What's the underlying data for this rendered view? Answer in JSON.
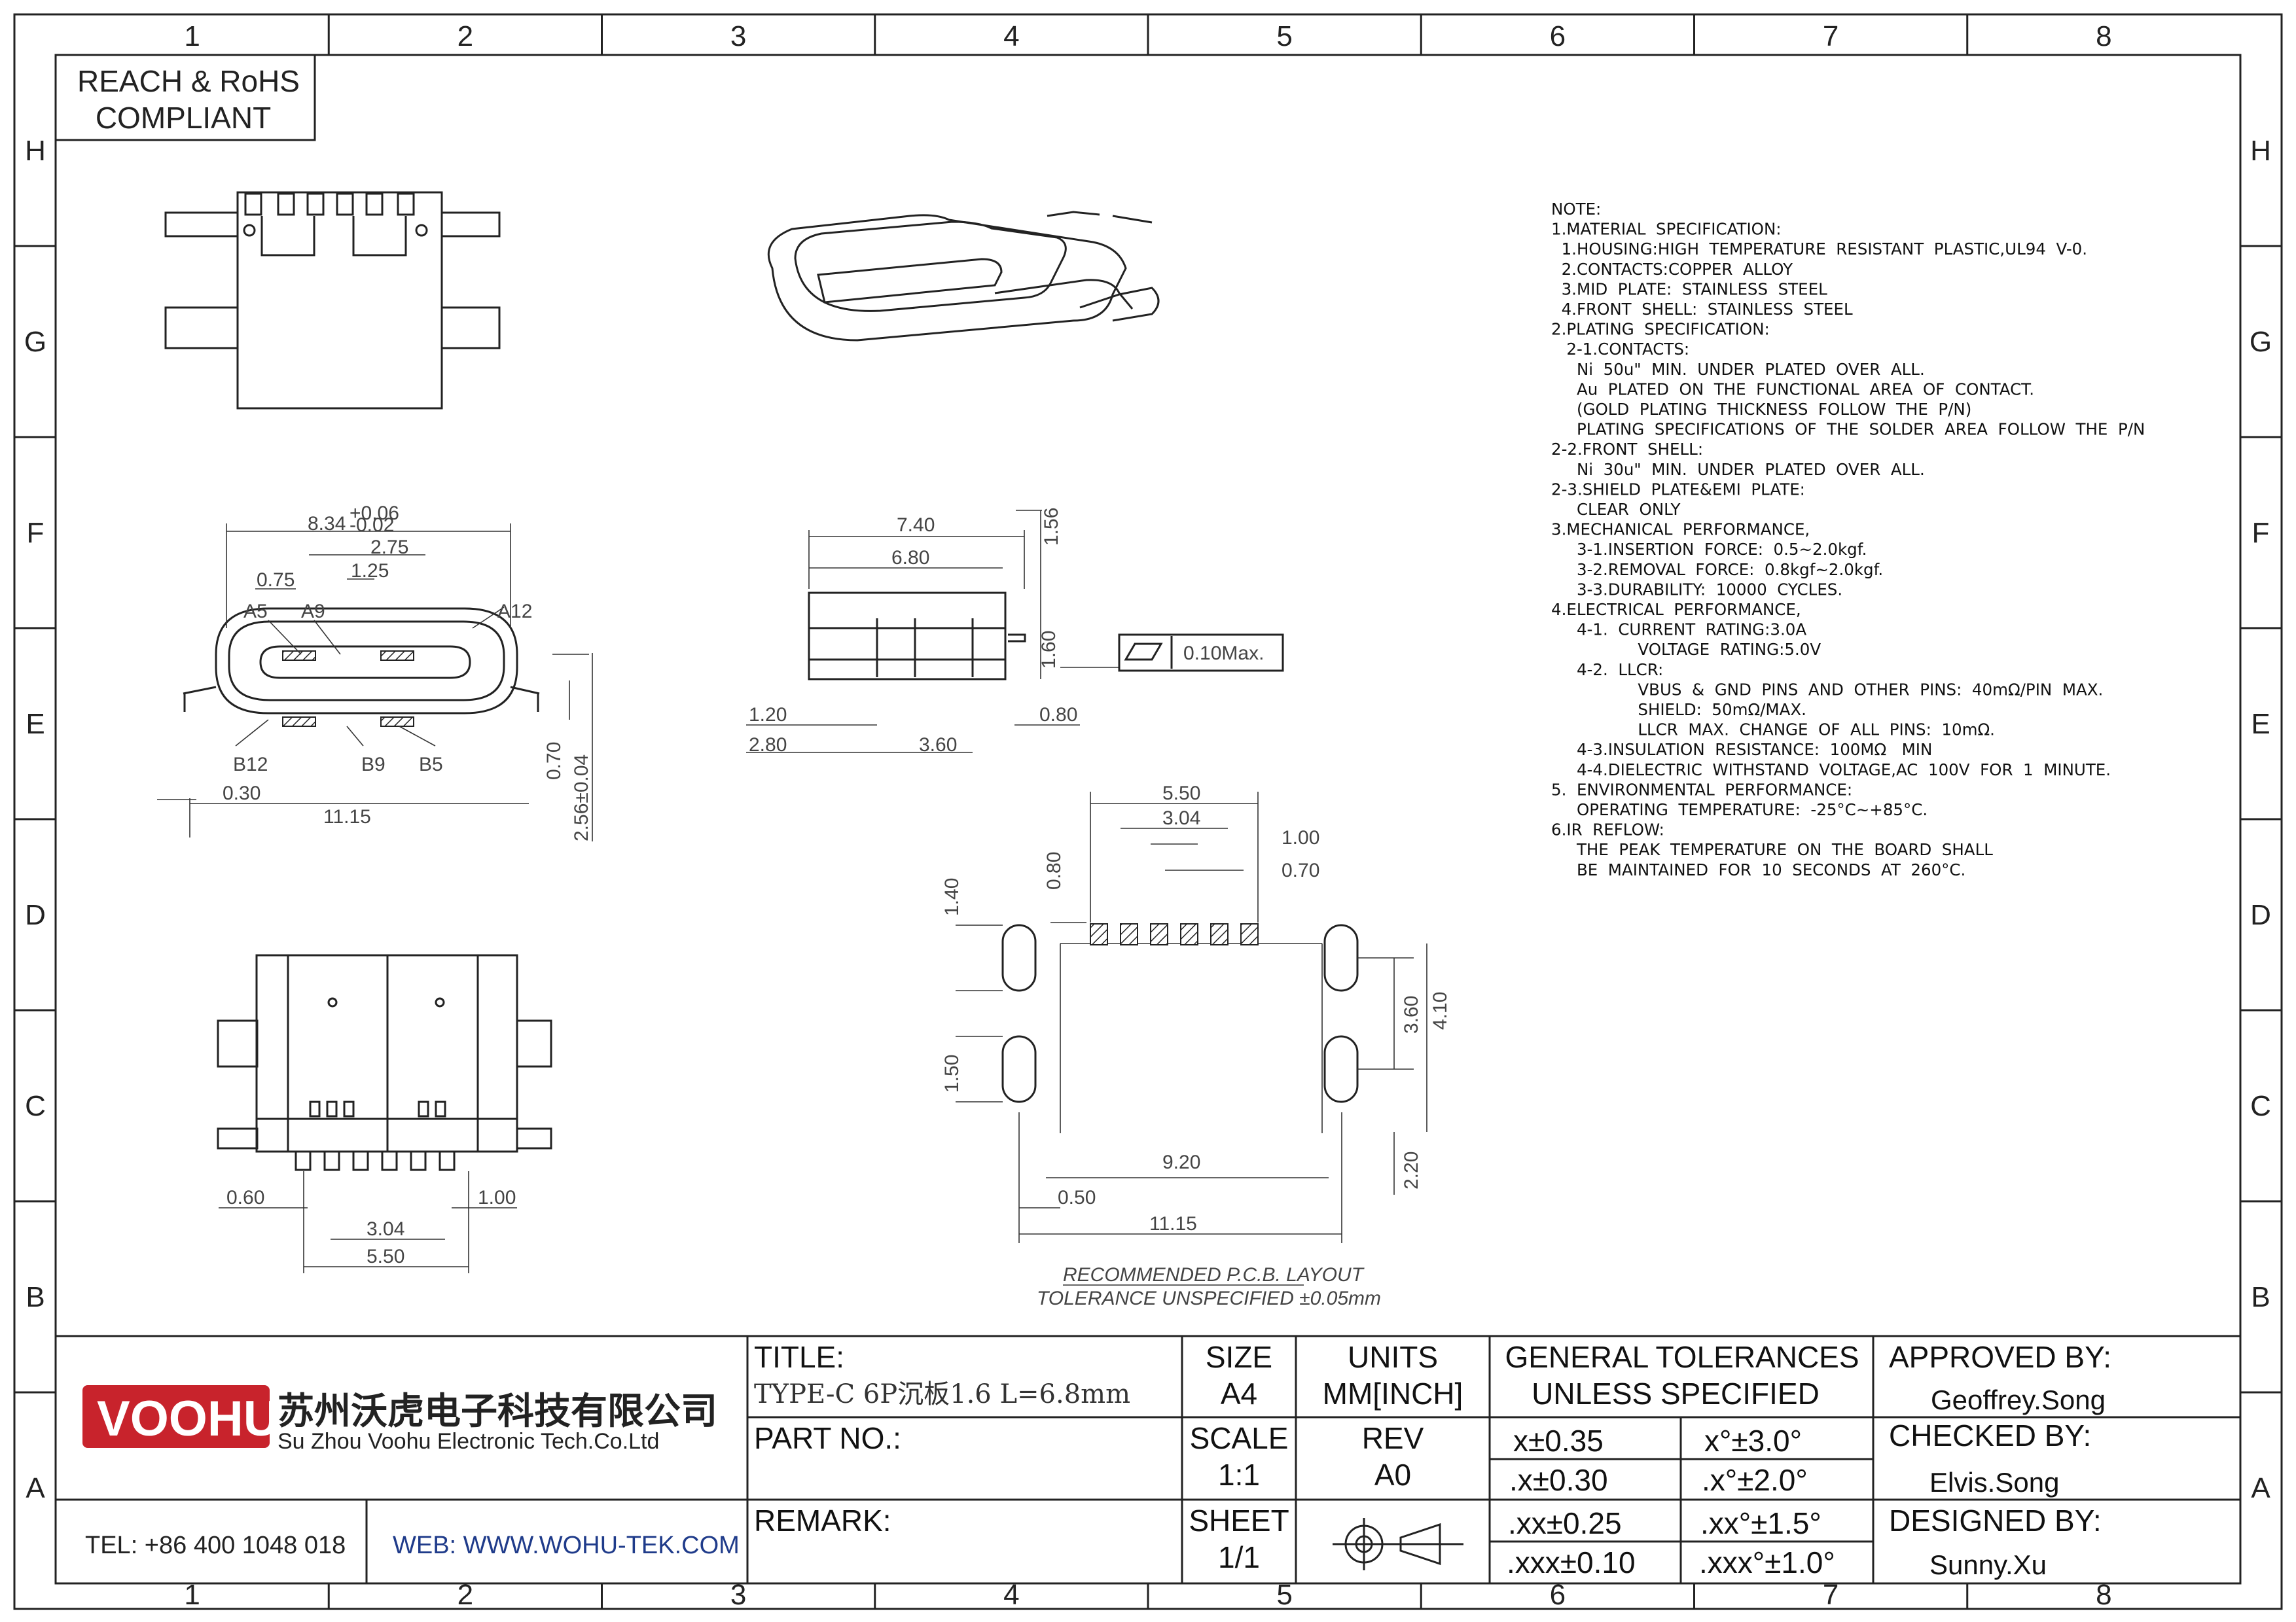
{
  "frame": {
    "columns": [
      "1",
      "2",
      "3",
      "4",
      "5",
      "6",
      "7",
      "8"
    ],
    "rows": [
      "H",
      "G",
      "F",
      "E",
      "D",
      "C",
      "B",
      "A"
    ]
  },
  "compliance": {
    "line1": "REACH & RoHS",
    "line2": "COMPLIANT"
  },
  "front_view": {
    "width": "8.34",
    "width_tol_upper": "+0.06",
    "width_tol_lower": "-0.02",
    "pitch_outer": "2.75",
    "pitch_inner": "1.25",
    "pin_width": "0.75",
    "pin_labels": [
      "A5",
      "A9",
      "A12",
      "B12",
      "B9",
      "B5"
    ],
    "bottom_offset": "0.30",
    "overall_width": "11.15",
    "height_small": "0.70",
    "height_total": "2.56±0.04"
  },
  "side_view": {
    "length_total": "7.40",
    "length_body": "6.80",
    "top_dim": "1.56",
    "height": "1.60",
    "flatness": "0.10Max.",
    "left_a": "1.20",
    "left_b": "2.80",
    "mid": "3.60",
    "right": "0.80"
  },
  "bottom_view": {
    "left_offset": "0.60",
    "right_offset": "1.00",
    "pin_span": "3.04",
    "outer_span": "5.50"
  },
  "pcb_layout": {
    "span_outer": "5.50",
    "span_inner": "3.04",
    "pad_pitch": "1.00",
    "pad_width": "0.70",
    "pad_length": "0.80",
    "slot_upper": "1.40",
    "slot_lower": "1.50",
    "slot_gap": "3.60",
    "height_total": "4.10",
    "bottom": "2.20",
    "inner_width": "9.20",
    "edge": "0.50",
    "overall": "11.15",
    "caption1": "RECOMMENDED   P.C.B.  LAYOUT",
    "caption2": "TOLERANCE  UNSPECIFIED  ±0.05mm"
  },
  "notes": [
    "NOTE:",
    "1.MATERIAL  SPECIFICATION:",
    "  1.HOUSING:HIGH  TEMPERATURE  RESISTANT  PLASTIC,UL94  V-0.",
    "  2.CONTACTS:COPPER  ALLOY",
    "  3.MID  PLATE:  STAINLESS  STEEL",
    "  4.FRONT  SHELL:  STAINLESS  STEEL",
    "2.PLATING  SPECIFICATION:",
    "   2-1.CONTACTS:",
    "     Ni  50u\"  MIN.  UNDER  PLATED  OVER  ALL.",
    "     Au  PLATED  ON  THE  FUNCTIONAL  AREA  OF  CONTACT.",
    "     (GOLD  PLATING  THICKNESS  FOLLOW  THE  P/N)",
    "     PLATING  SPECIFICATIONS  OF  THE  SOLDER  AREA  FOLLOW  THE  P/N",
    "2-2.FRONT  SHELL:",
    "     Ni  30u\"  MIN.  UNDER  PLATED  OVER  ALL.",
    "2-3.SHIELD  PLATE&EMI  PLATE:",
    "     CLEAR  ONLY",
    "3.MECHANICAL  PERFORMANCE,",
    "     3-1.INSERTION  FORCE:  0.5~2.0kgf.",
    "     3-2.REMOVAL  FORCE:  0.8kgf~2.0kgf.",
    "     3-3.DURABILITY:  10000  CYCLES.",
    "4.ELECTRICAL  PERFORMANCE,",
    "     4-1.  CURRENT  RATING:3.0A",
    "                 VOLTAGE  RATING:5.0V",
    "     4-2.  LLCR:",
    "                 VBUS  &  GND  PINS  AND  OTHER  PINS:  40mΩ/PIN  MAX.",
    "                 SHIELD:  50mΩ/MAX.",
    "                 LLCR  MAX.  CHANGE  OF  ALL  PINS:  10mΩ.",
    "     4-3.INSULATION  RESISTANCE:  100MΩ   MIN",
    "     4-4.DIELECTRIC  WITHSTAND  VOLTAGE,AC  100V  FOR  1  MINUTE.",
    "5.  ENVIRONMENTAL  PERFORMANCE:",
    "     OPERATING  TEMPERATURE:  -25°C~+85°C.",
    "6.IR  REFLOW:",
    "     THE  PEAK  TEMPERATURE  ON  THE  BOARD  SHALL",
    "     BE  MAINTAINED  FOR  10  SECONDS  AT  260°C."
  ],
  "title_block": {
    "logo": "VOOHU",
    "company_cn": "苏州沃虎电子科技有限公司",
    "company_en": "Su Zhou Voohu Electronic Tech.Co.Ltd",
    "tel": "TEL: +86 400 1048 018",
    "web": "WEB: WWW.WOHU-TEK.COM",
    "title_label": "TITLE:",
    "title_value": "TYPE-C 6P沉板1.6 L=6.8mm",
    "part_label": "PART NO.:",
    "remark_label": "REMARK:",
    "size_label": "SIZE",
    "size_value": "A4",
    "units_label": "UNITS",
    "units_value": "MM[INCH]",
    "scale_label": "SCALE",
    "scale_value": "1:1",
    "rev_label": "REV",
    "rev_value": "A0",
    "sheet_label": "SHEET",
    "sheet_value": "1/1",
    "tol_title1": "GENERAL TOLERANCES",
    "tol_title2": "UNLESS SPECIFIED",
    "tolerances": [
      [
        "x±0.35",
        "x°±3.0°"
      ],
      [
        ".x±0.30",
        ".x°±2.0°"
      ],
      [
        ".xx±0.25",
        ".xx°±1.5°"
      ],
      [
        ".xxx±0.10",
        ".xxx°±1.0°"
      ]
    ],
    "approved_label": "APPROVED BY:",
    "approved": "Geoffrey.Song",
    "checked_label": "CHECKED BY:",
    "checked": "Elvis.Song",
    "designed_label": "DESIGNED BY:",
    "designed": "Sunny.Xu"
  },
  "colors": {
    "logo_red": "#c8232c",
    "line": "#222222",
    "web_blue": "#1f3b8a"
  }
}
